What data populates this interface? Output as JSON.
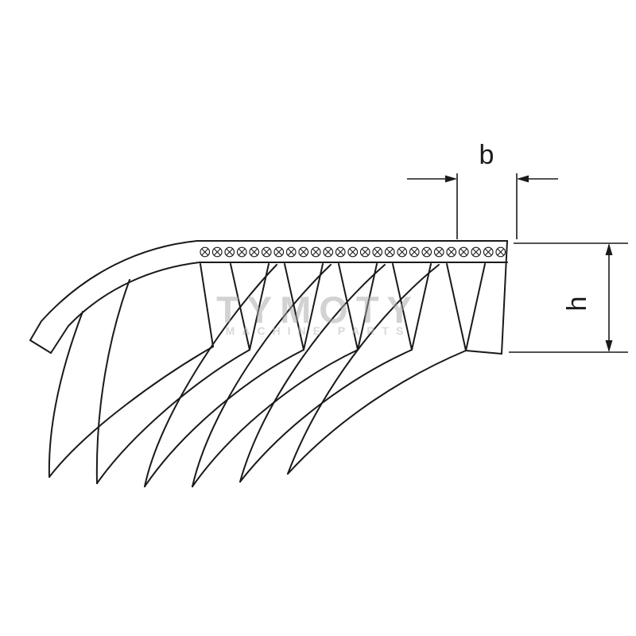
{
  "page": {
    "background": "#ffffff"
  },
  "figure": {
    "description": "Poly V-ribbed belt cross-section technical drawing",
    "front_rib_count": 5,
    "back_rib_tip_count": 6,
    "cord_band": "row of circled-X tension cord symbols"
  },
  "dimensions": {
    "b_label": "b",
    "h_label": "h"
  },
  "watermark": {
    "title": "TYMOTY",
    "subtitle": "MACHINE PARTS"
  },
  "colors": {
    "line": "#1a1a1a",
    "watermark": "#a5a5a5"
  }
}
